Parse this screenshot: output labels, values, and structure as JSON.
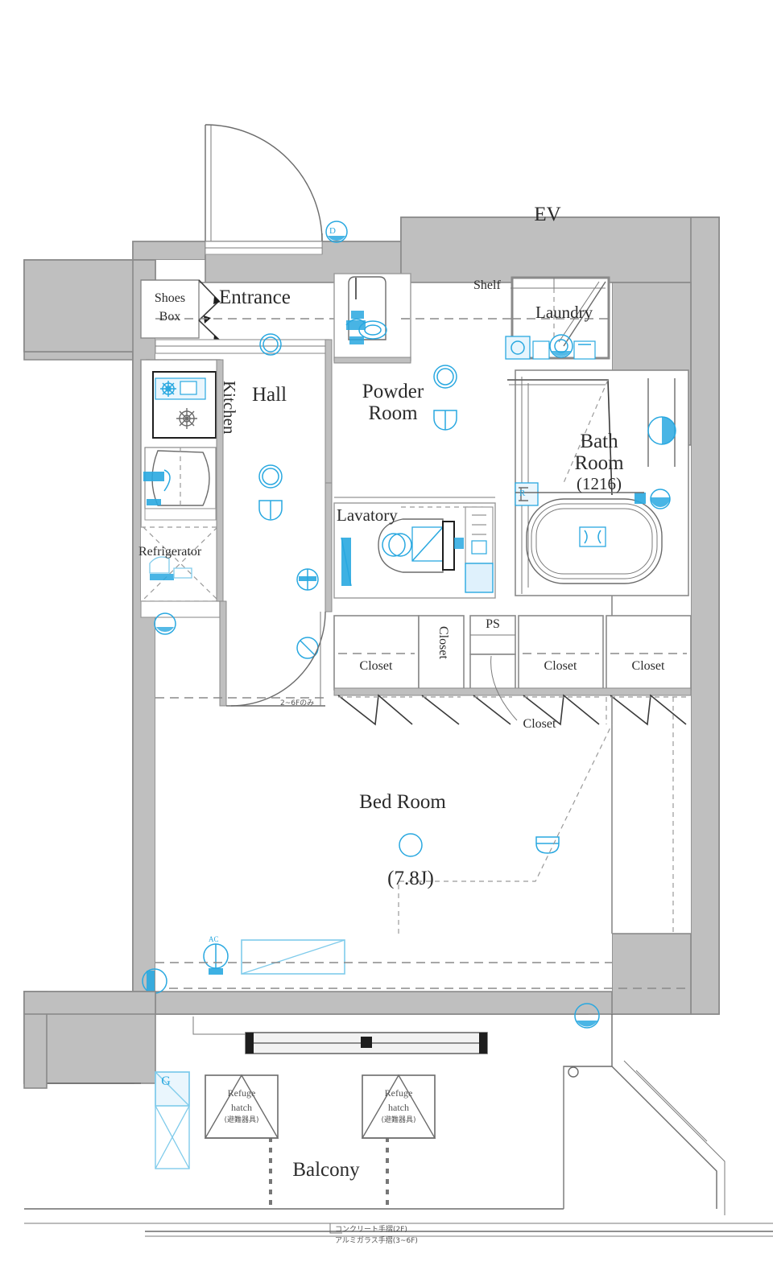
{
  "plan": {
    "type": "apartment-floor-plan",
    "unit_area_label": "(7.8J)",
    "wall_color": "#bfbfbf",
    "wall_stroke": "#8a8a8a",
    "line_color": "#6b6b6b",
    "fixture_color": "#29a8e0",
    "text_color": "#2b2b2b"
  },
  "rooms": {
    "entrance": "Entrance",
    "shoes_box": "Shoes\nBox",
    "shoes_box_l1": "Shoes",
    "shoes_box_l2": "Box",
    "hall": "Hall",
    "kitchen": "Kitchen",
    "refrigerator": "Refrigerator",
    "powder_room_l1": "Powder",
    "powder_room_l2": "Room",
    "lavatory": "Lavatory",
    "bath_room_l1": "Bath",
    "bath_room_l2": "Room",
    "bath_room_size": "(1216)",
    "laundry": "Laundry",
    "shelf": "Shelf",
    "bed_room": "Bed Room",
    "bed_room_area": "(7.8J)",
    "balcony": "Balcony",
    "ev": "EV",
    "ps": "PS"
  },
  "closets": [
    {
      "label": "Closet",
      "orientation": "horizontal"
    },
    {
      "label": "Closet",
      "orientation": "vertical"
    },
    {
      "label": "Closet",
      "orientation": "horizontal"
    },
    {
      "label": "Closet",
      "orientation": "horizontal"
    },
    {
      "label": "Closet",
      "orientation": "callout"
    }
  ],
  "markers": {
    "door_intercom": "D",
    "gas_meter": "G",
    "ac_outlet": "AC",
    "bath_r": "R"
  },
  "refuge_hatches": [
    {
      "line1": "Refuge",
      "line2": "hatch",
      "line3": "(避難器具)"
    },
    {
      "line1": "Refuge",
      "line2": "hatch",
      "line3": "(避難器具)"
    }
  ],
  "notes": {
    "floor_note": "2~6Fのみ",
    "railing_note_1": "コンクリート手摺(2F)",
    "railing_note_2": "アルミガラス手摺(3~6F)"
  }
}
